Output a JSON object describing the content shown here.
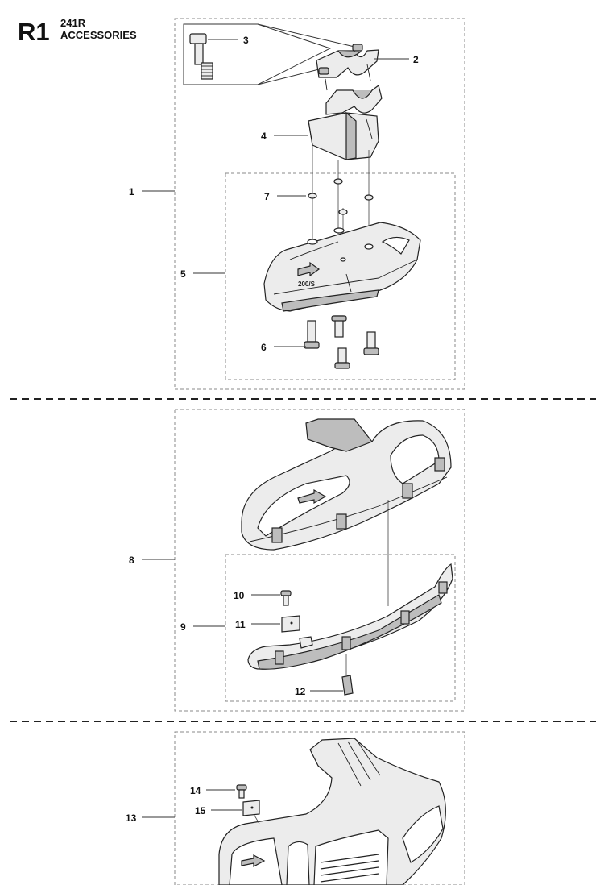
{
  "header": {
    "section_code": "R1",
    "model": "241R",
    "title": "ACCESSORIES"
  },
  "callouts": [
    "1",
    "2",
    "3",
    "4",
    "5",
    "6",
    "7",
    "8",
    "9",
    "10",
    "11",
    "12",
    "13",
    "14",
    "15"
  ],
  "part_markings": {
    "guard_stamp": "200/S"
  }
}
